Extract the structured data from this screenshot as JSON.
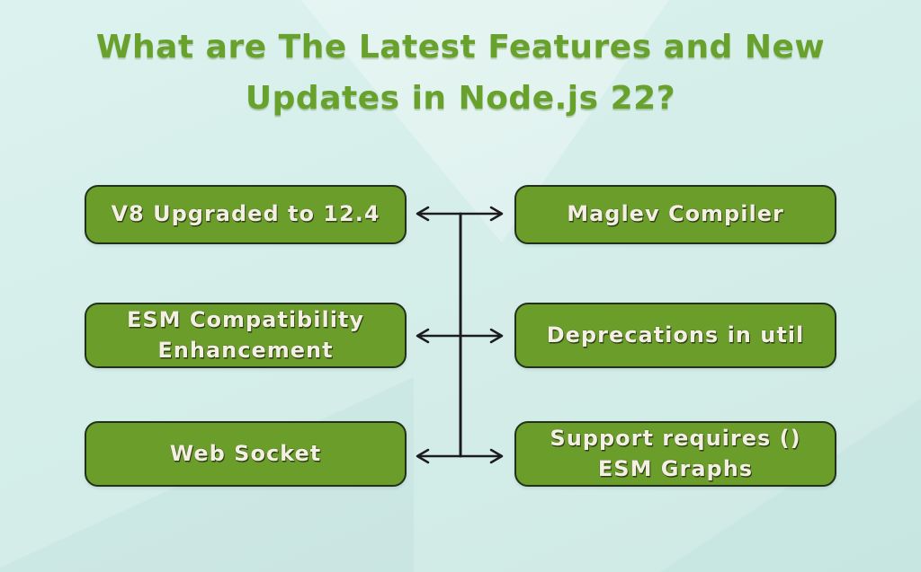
{
  "title": {
    "line1": "What are The Latest Features and New",
    "line2": "Updates in Node.js 22?"
  },
  "features": {
    "left": [
      {
        "label": "V8 Upgraded to 12.4"
      },
      {
        "label": "ESM Compatibility Enhancement"
      },
      {
        "label": "Web Socket"
      }
    ],
    "right": [
      {
        "label": "Maglev Compiler"
      },
      {
        "label": "Deprecations in util"
      },
      {
        "label": "Support requires () ESM Graphs"
      }
    ]
  },
  "colors": {
    "title-green": "#68a12c",
    "box-green": "#6b9d2b",
    "box-border": "#22301c",
    "box-text": "#f3efe2",
    "line-dark": "#1c1c1c",
    "bg-top": "#dcf2ee",
    "bg-bottom": "#cfe9e5"
  }
}
